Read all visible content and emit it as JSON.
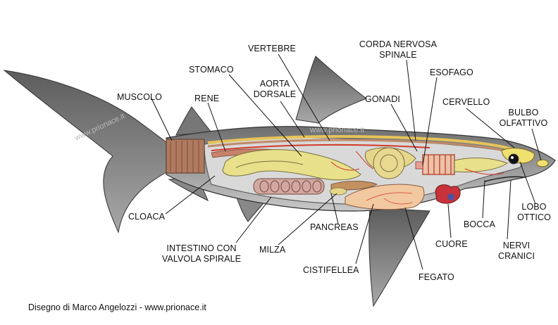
{
  "labels": {
    "vertebre": "VERTEBRE",
    "corda": "CORDA NERVOSA\nSPINALE",
    "stomaco": "STOMACO",
    "aorta": "AORTA\nDORSALE",
    "esofago": "ESOFAGO",
    "muscolo": "MUSCOLO",
    "rene": "RENE",
    "gonadi": "GONADI",
    "cervello": "CERVELLO",
    "bulbo": "BULBO\nOLFATTIVO",
    "cloaca": "CLOACA",
    "lobo": "LOBO\nOTTICO",
    "pancreas": "PANCREAS",
    "bocca": "BOCCA",
    "intestino": "INTESTINO CON\nVALVOLA SPIRALE",
    "milza": "MILZA",
    "cuore": "CUORE",
    "nervi": "NERVI\nCRANICI",
    "cistifellea": "CISTIFELLEA",
    "fegato": "FEGATO"
  },
  "credit": "Disegno di Marco Angelozzi - www.prionace.it",
  "watermarks": {
    "left": "www.prionace.it",
    "center": "www.prionace.it"
  },
  "colors": {
    "skin": "#8d8d8d",
    "skin_dark": "#555555",
    "cavity": "#d9d9d9",
    "organ_yellow": "#e8e08a",
    "organ_liver": "#f2c8a0",
    "muscle": "#b07a5e",
    "heart": "#c8323a",
    "vessel": "#d23a2a"
  }
}
